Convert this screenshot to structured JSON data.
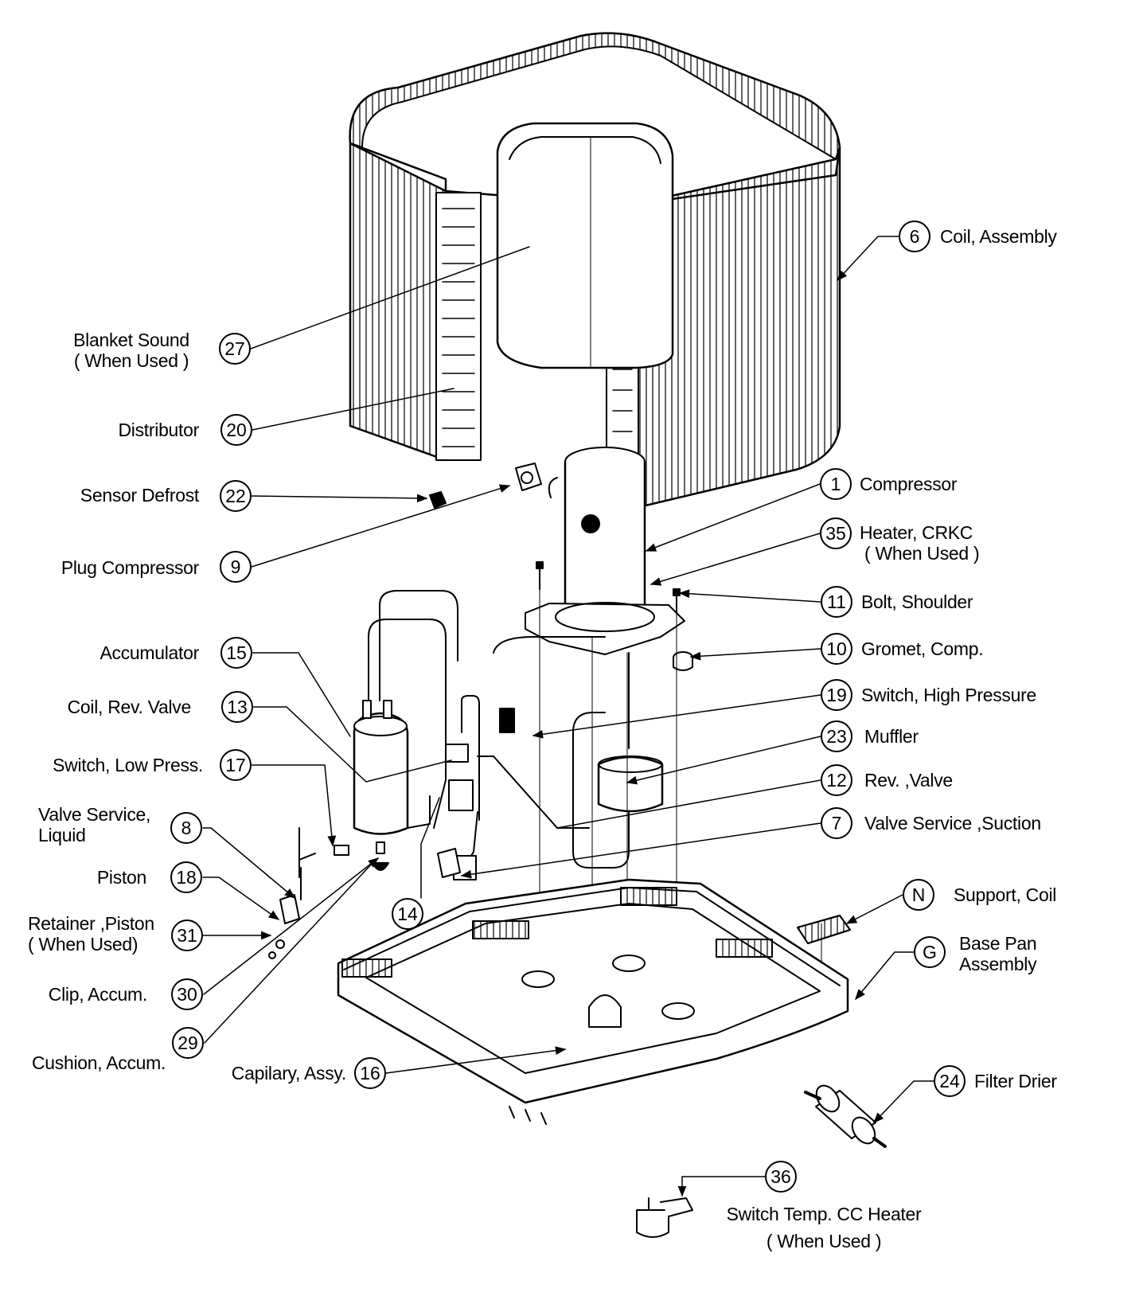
{
  "callouts": [
    {
      "id": "6",
      "label": "Coil, Assembly"
    },
    {
      "id": "27",
      "label": "Blanket Sound",
      "sub": "( When Used )"
    },
    {
      "id": "20",
      "label": "Distributor"
    },
    {
      "id": "22",
      "label": "Sensor Defrost"
    },
    {
      "id": "9",
      "label": "Plug Compressor"
    },
    {
      "id": "1",
      "label": "Compressor"
    },
    {
      "id": "35",
      "label": "Heater, CRKC",
      "sub": "( When Used )"
    },
    {
      "id": "11",
      "label": "Bolt, Shoulder"
    },
    {
      "id": "10",
      "label": "Gromet, Comp."
    },
    {
      "id": "15",
      "label": "Accumulator"
    },
    {
      "id": "13",
      "label": "Coil, Rev. Valve"
    },
    {
      "id": "19",
      "label": "Switch, High Pressure"
    },
    {
      "id": "23",
      "label": "Muffler"
    },
    {
      "id": "17",
      "label": "Switch, Low Press."
    },
    {
      "id": "12",
      "label": "Rev. ,Valve"
    },
    {
      "id": "8",
      "label": "Valve Service,",
      "sub": "Liquid"
    },
    {
      "id": "7",
      "label": "Valve Service ,Suction"
    },
    {
      "id": "18",
      "label": "Piston"
    },
    {
      "id": "14",
      "label": ""
    },
    {
      "id": "N",
      "label": "Support, Coil"
    },
    {
      "id": "31",
      "label": "Retainer ,Piston",
      "sub": "( When Used)"
    },
    {
      "id": "G",
      "label": "Base Pan",
      "sub": "Assembly"
    },
    {
      "id": "30",
      "label": "Clip, Accum."
    },
    {
      "id": "29",
      "label": "Cushion, Accum."
    },
    {
      "id": "16",
      "label": "Capilary, Assy."
    },
    {
      "id": "24",
      "label": "Filter Drier"
    },
    {
      "id": "36",
      "label": "Switch Temp. CC Heater",
      "sub": "( When Used )"
    }
  ],
  "colors": {
    "ink": "#000000",
    "background": "#ffffff"
  }
}
